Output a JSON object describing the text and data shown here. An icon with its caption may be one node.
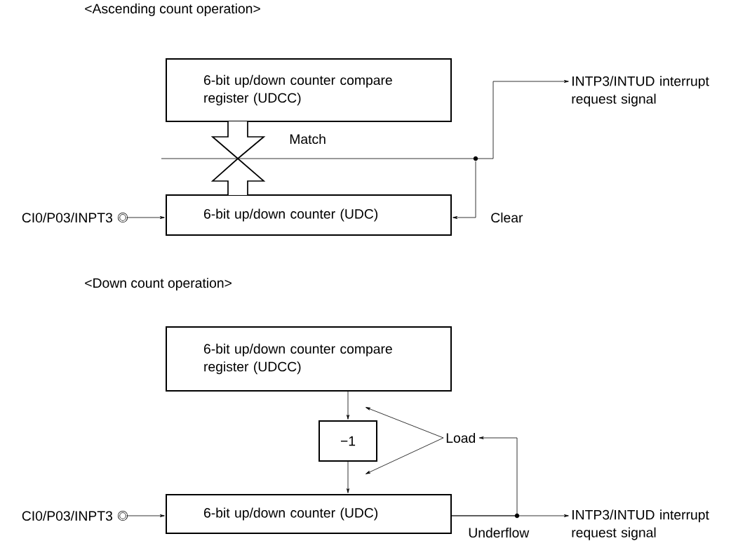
{
  "diagram": {
    "nodes": [
      {
        "text": [
          "6-bit up/down counter compare register (UDCC)"
        ]
      },
      {
        "text": [
          "6-bit up/down counter (UDC)"
        ]
      },
      {
        "text": [],
        "shape": "circle",
        "beside": [
          "CI0/P03/INPT3"
        ]
      },
      {
        "text": [
          "INTP3/INTUD interrupt request signal"
        ]
      },
      {
        "text": [
          "6-bit up/down counter compare register (UDCC)"
        ]
      },
      {
        "text": [
          "−1"
        ]
      },
      {
        "text": [
          "6-bit up/down counter (UDC)"
        ]
      },
      {
        "text": [],
        "shape": "circle",
        "beside": [
          "CI0/P03/INPT3"
        ]
      },
      {
        "text": [
          "INTP3/INTUD interrupt request signal"
        ]
      },
      {
        "text": [
          "Load"
        ]
      }
    ],
    "edges": [
      {
        "from": 2,
        "to": 1,
        "arrow": "to"
      },
      {
        "from": null,
        "to": 3,
        "arrow": "to"
      },
      {
        "from": null,
        "to": 1,
        "arrow": "to",
        "label": "Clear"
      },
      {
        "from": 4,
        "to": 5,
        "arrow": "to"
      },
      {
        "from": 5,
        "to": 6,
        "arrow": "to"
      },
      {
        "from": 7,
        "to": 6,
        "arrow": "to"
      },
      {
        "from": 6,
        "to": 8,
        "arrow": "to",
        "label": "Underflow"
      },
      {
        "from": 6,
        "to": 9,
        "arrow": "to"
      },
      {
        "from": 9,
        "to": null,
        "arrow": "to"
      },
      {
        "from": 9,
        "to": null,
        "arrow": "to"
      }
    ],
    "labels": [
      "<Ascending count operation>",
      "Match",
      "<Down count operation>"
    ]
  }
}
